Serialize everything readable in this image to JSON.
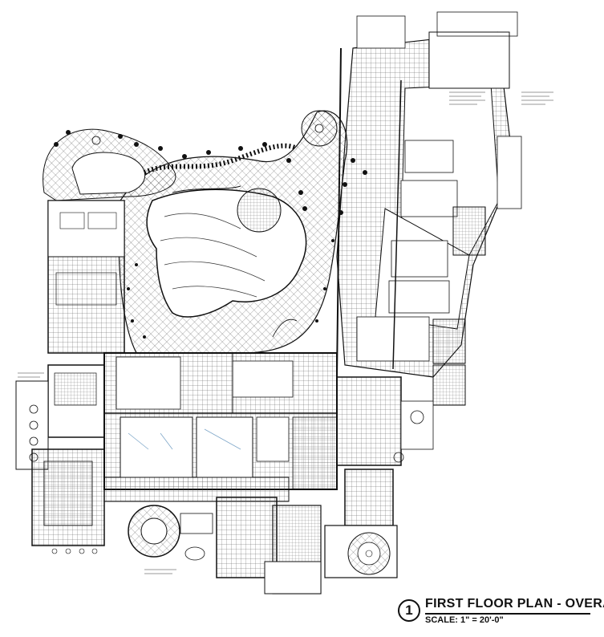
{
  "drawing": {
    "number": "1",
    "title": "FIRST FLOOR PLAN - OVERALL",
    "scale": "SCALE: 1\" = 20'-0\""
  },
  "colors": {
    "ink": "#111111",
    "hatch": "#555555",
    "paper": "#ffffff",
    "water_accent": "#7fa7c9"
  }
}
